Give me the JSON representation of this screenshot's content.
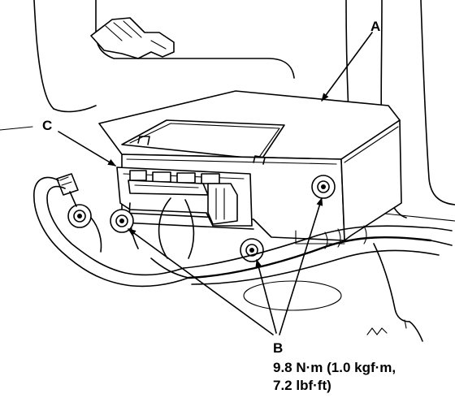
{
  "labels": {
    "a": "A",
    "b": "B",
    "c": "C"
  },
  "torque_spec": {
    "line1": "9.8 N·m (1.0 kgf·m,",
    "line2": "7.2 lbf·ft)"
  },
  "colors": {
    "ink": "#000000",
    "paper": "#ffffff"
  }
}
